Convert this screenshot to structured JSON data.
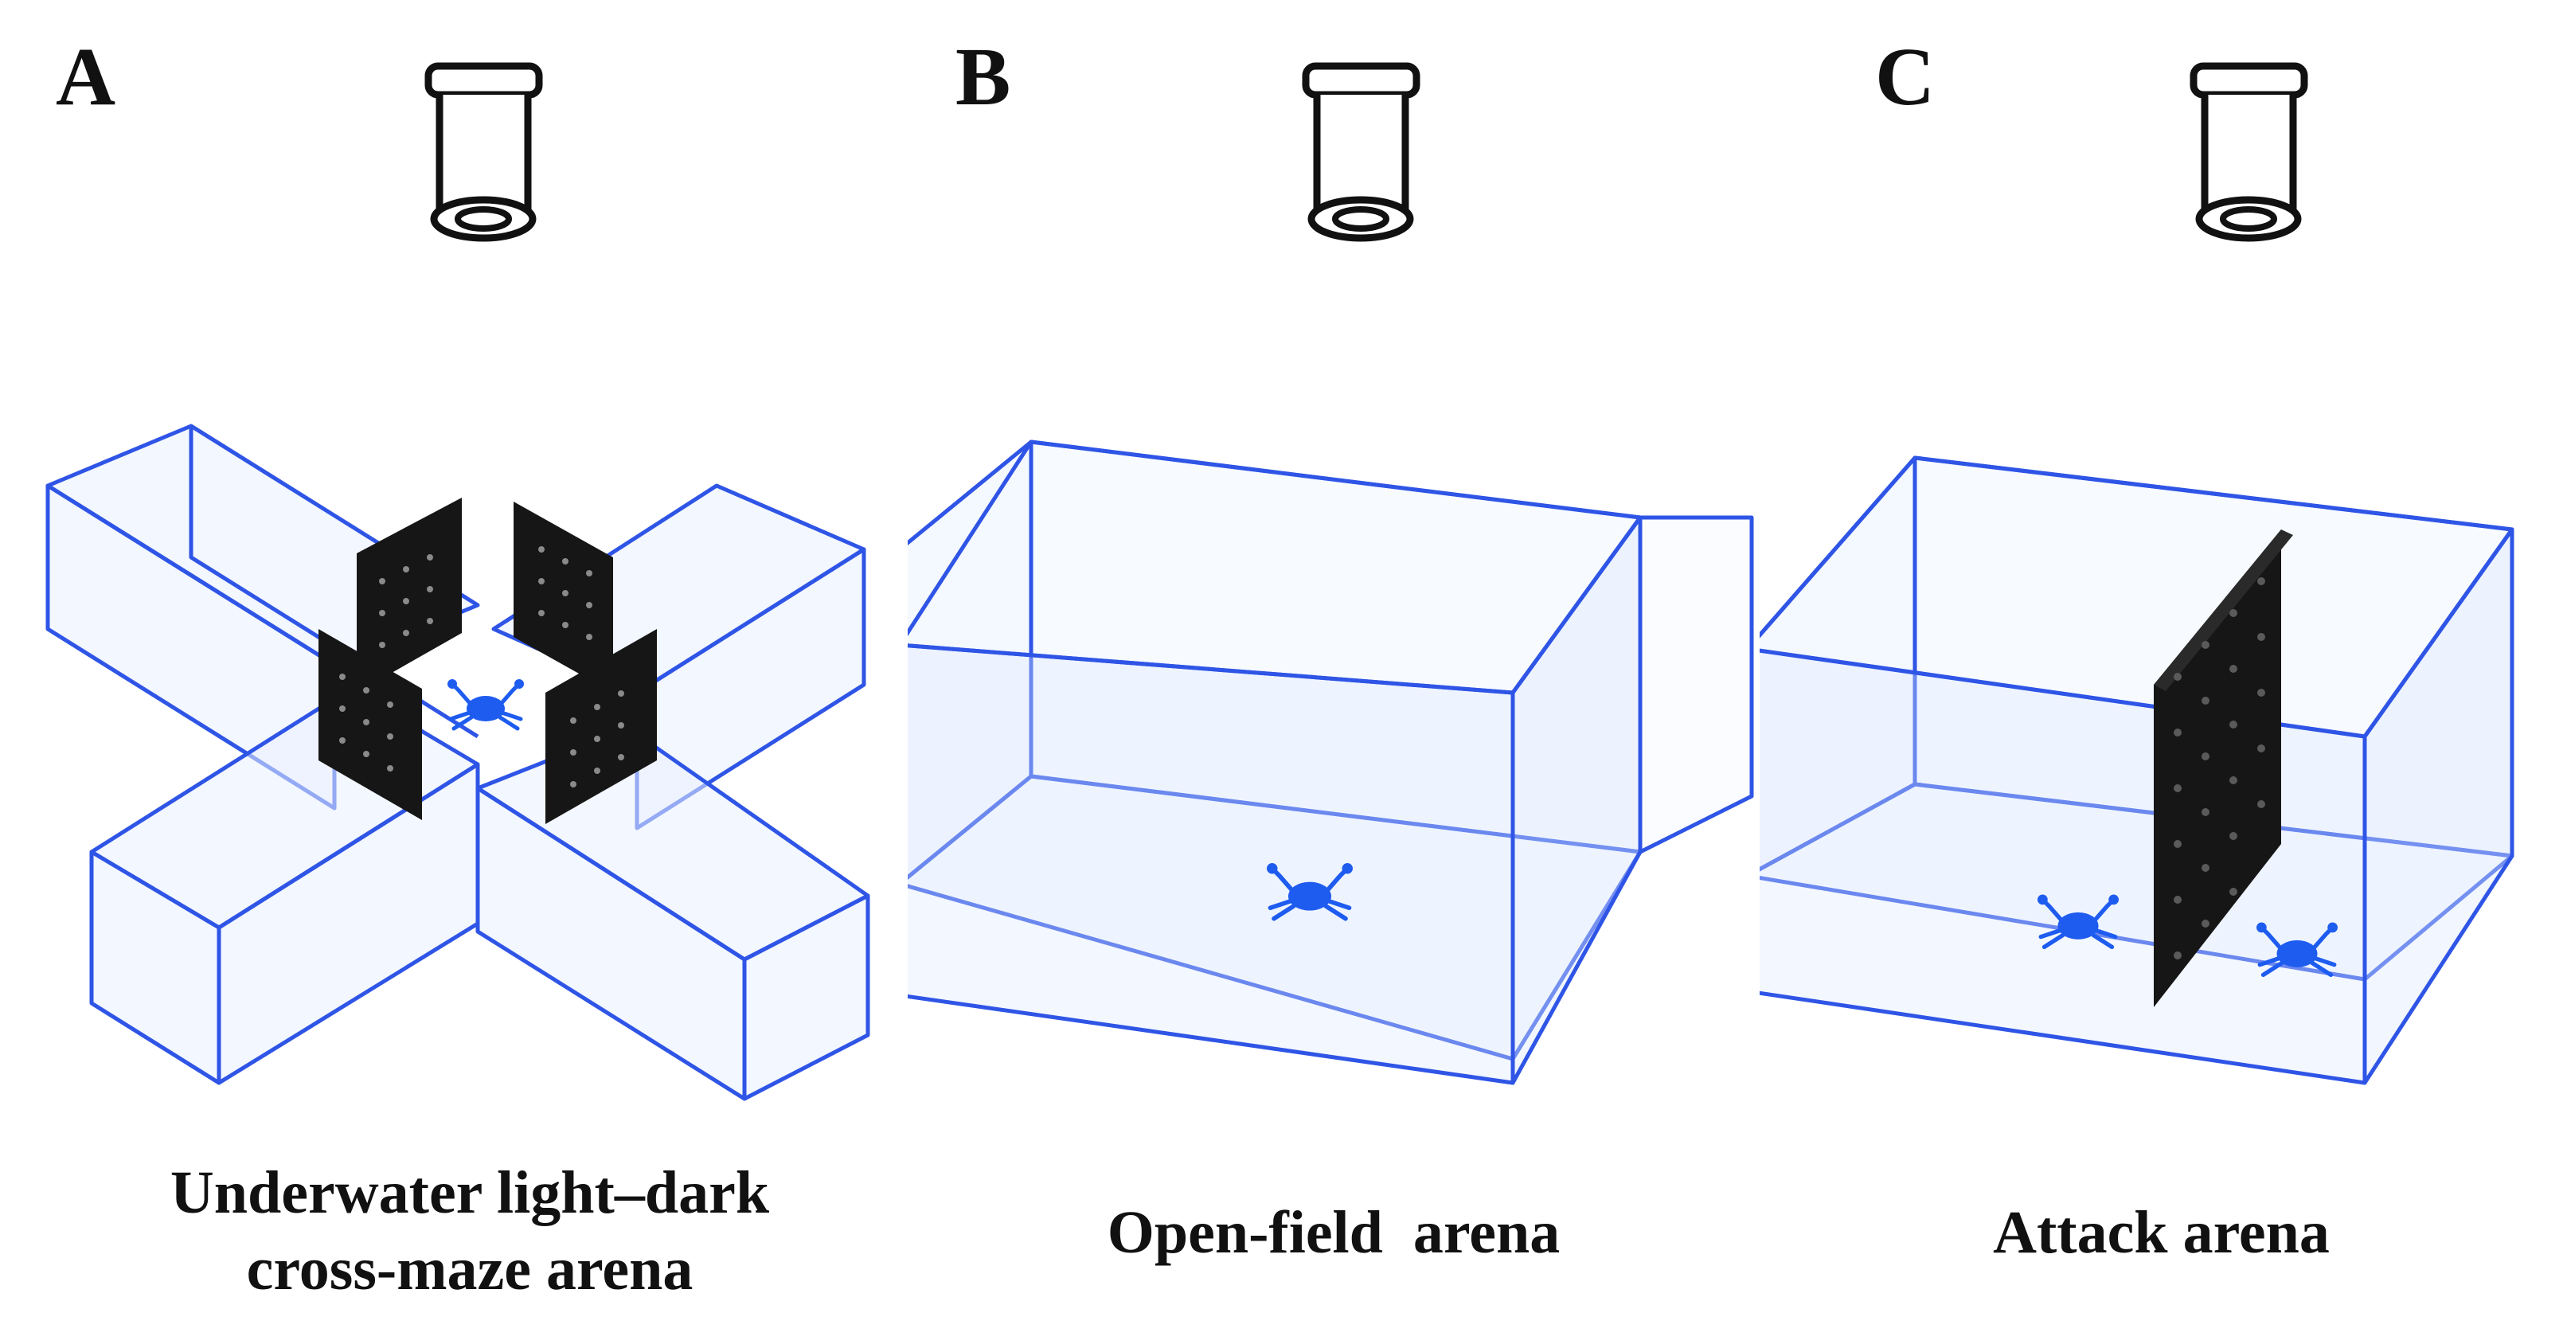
{
  "colors": {
    "glass_edge": "#2f55e6",
    "glass_fill": "#e6efff",
    "crab": "#1e5cf0",
    "panel_black": "#161616",
    "text": "#111111"
  },
  "icons": {
    "camera": "camera-icon",
    "crab": "crab-icon",
    "barrier": "black-perforated-panel"
  },
  "panels": [
    {
      "letter": "A",
      "caption": "Underwater light–dark\ncross-maze arena"
    },
    {
      "letter": "B",
      "caption": "Open-field  arena"
    },
    {
      "letter": "C",
      "caption": "Attack arena"
    }
  ]
}
